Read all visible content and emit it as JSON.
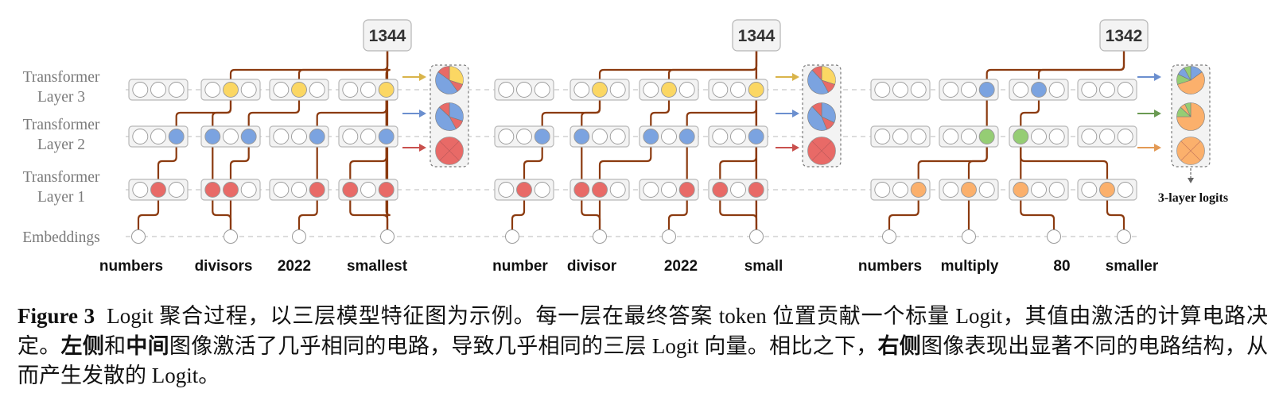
{
  "figure": {
    "layer_labels": [
      {
        "line1": "Transformer",
        "line2": "Layer 3"
      },
      {
        "line1": "Transformer",
        "line2": "Layer 2"
      },
      {
        "line1": "Transformer",
        "line2": "Layer 1"
      },
      {
        "line1": "Embeddings",
        "line2": ""
      }
    ],
    "logits_note": "3-layer logits",
    "colors": {
      "wire": "#8b3a0f",
      "yellow": "#fbd763",
      "blue": "#7ba3e0",
      "red": "#e86a67",
      "green": "#95cd74",
      "orange": "#fbb06c",
      "box_fill": "#f3f3f3",
      "box_stroke": "#b8b8b8",
      "arrow_yellow": "#d9b44a",
      "arrow_blue": "#6b8fcf",
      "arrow_red": "#c9504d",
      "arrow_green": "#6a9a52",
      "arrow_orange": "#e39a55"
    },
    "panels": [
      {
        "name": "left",
        "answer": "1344",
        "tokens": [
          "numbers",
          "divisors",
          "2022",
          "smallest"
        ],
        "active": {
          "layer3": [
            [],
            [
              1
            ],
            [
              1
            ],
            [
              2
            ]
          ],
          "layer2": [
            [
              2
            ],
            [
              0,
              2
            ],
            [
              2
            ],
            [
              2
            ]
          ],
          "layer1": [
            [
              1
            ],
            [
              0,
              1
            ],
            [
              2
            ],
            [
              0,
              2
            ]
          ]
        },
        "layer_colors": [
          "yellow",
          "blue",
          "red"
        ],
        "arrow_colors": [
          "arrow_yellow",
          "arrow_blue",
          "arrow_red"
        ],
        "pies": [
          {
            "slices": [
              {
                "c": "yellow",
                "v": 0.3
              },
              {
                "c": "red",
                "v": 0.1
              },
              {
                "c": "blue",
                "v": 0.45
              },
              {
                "c": "red",
                "v": 0.15
              }
            ]
          },
          {
            "slices": [
              {
                "c": "blue",
                "v": 0.3
              },
              {
                "c": "red",
                "v": 0.12
              },
              {
                "c": "blue",
                "v": 0.45
              },
              {
                "c": "red",
                "v": 0.13
              }
            ]
          },
          {
            "slices": [
              {
                "c": "red",
                "v": 1.0
              }
            ]
          }
        ]
      },
      {
        "name": "middle",
        "answer": "1344",
        "tokens": [
          "number",
          "divisor",
          "2022",
          "small"
        ],
        "active": {
          "layer3": [
            [],
            [
              1
            ],
            [
              1
            ],
            [
              2
            ]
          ],
          "layer2": [
            [
              2
            ],
            [
              0
            ],
            [
              0,
              2
            ],
            [
              2
            ]
          ],
          "layer1": [
            [
              1
            ],
            [
              0,
              1
            ],
            [
              2
            ],
            [
              0,
              2
            ]
          ]
        },
        "layer_colors": [
          "yellow",
          "blue",
          "red"
        ],
        "arrow_colors": [
          "arrow_yellow",
          "arrow_blue",
          "arrow_red"
        ],
        "pies": [
          {
            "slices": [
              {
                "c": "yellow",
                "v": 0.3
              },
              {
                "c": "red",
                "v": 0.12
              },
              {
                "c": "blue",
                "v": 0.46
              },
              {
                "c": "red",
                "v": 0.12
              }
            ]
          },
          {
            "slices": [
              {
                "c": "blue",
                "v": 0.32
              },
              {
                "c": "red",
                "v": 0.12
              },
              {
                "c": "blue",
                "v": 0.44
              },
              {
                "c": "red",
                "v": 0.12
              }
            ]
          },
          {
            "slices": [
              {
                "c": "red",
                "v": 1.0
              }
            ]
          }
        ]
      },
      {
        "name": "right",
        "answer": "1342",
        "tokens": [
          "numbers",
          "multiply",
          "80",
          "smaller"
        ],
        "active": {
          "layer3": [
            [],
            [
              2
            ],
            [
              1
            ],
            []
          ],
          "layer2": [
            [],
            [
              2
            ],
            [
              0
            ],
            []
          ],
          "layer1": [
            [
              2
            ],
            [
              1
            ],
            [
              0
            ],
            [
              1
            ]
          ]
        },
        "layer_colors": [
          "blue",
          "green",
          "orange"
        ],
        "arrow_colors": [
          "arrow_blue",
          "arrow_green",
          "arrow_orange"
        ],
        "pies": [
          {
            "slices": [
              {
                "c": "blue",
                "v": 0.15
              },
              {
                "c": "orange",
                "v": 0.55
              },
              {
                "c": "green",
                "v": 0.12
              },
              {
                "c": "blue",
                "v": 0.1
              },
              {
                "c": "green",
                "v": 0.08
              }
            ]
          },
          {
            "slices": [
              {
                "c": "orange",
                "v": 0.75
              },
              {
                "c": "green",
                "v": 0.12
              },
              {
                "c": "orange",
                "v": 0.06
              },
              {
                "c": "green",
                "v": 0.07
              }
            ]
          },
          {
            "slices": [
              {
                "c": "orange",
                "v": 1.0
              }
            ]
          }
        ]
      }
    ]
  },
  "caption": {
    "label": "Figure 3",
    "part1": "Logit 聚合过程，以三层模型特征图为示例。每一层在最终答案 token 位置贡献一个标量 Logit，其值由激活的计算电路决定。",
    "bold1": "左侧",
    "part2": "和",
    "bold2": "中间",
    "part3": "图像激活了几乎相同的电路，导致几乎相同的三层 Logit 向量。相比之下，",
    "bold3": "右侧",
    "part4": "图像表现出显著不同的电路结构，从而产生发散的 Logit。"
  }
}
